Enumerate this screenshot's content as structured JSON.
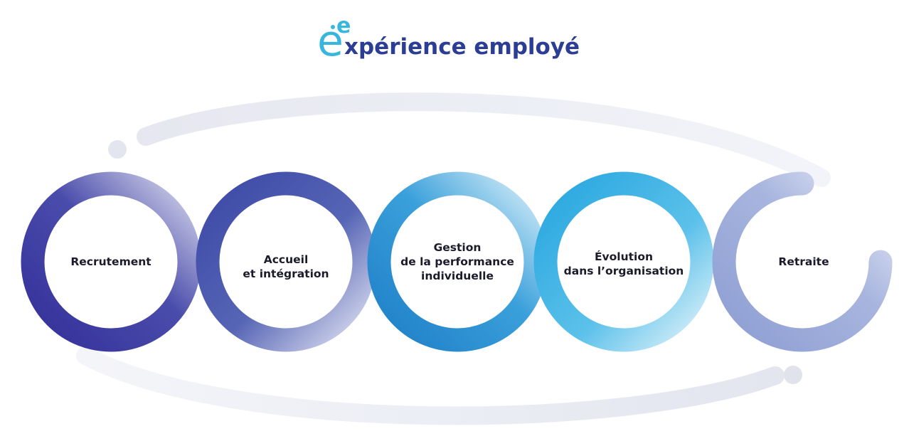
{
  "title": {
    "logo_mark": "e",
    "superscript": "e",
    "text": "xpérience employé"
  },
  "stages": [
    {
      "id": "recrutement",
      "lines": [
        "Recrutement"
      ]
    },
    {
      "id": "accueil",
      "lines": [
        "Accueil",
        "et intégration"
      ]
    },
    {
      "id": "gestion",
      "lines": [
        "Gestion",
        "de la performance",
        "individuelle"
      ]
    },
    {
      "id": "evolution",
      "lines": [
        "Évolution",
        "dans l’organisation"
      ]
    },
    {
      "id": "retraite",
      "lines": [
        "Retraite"
      ]
    }
  ],
  "colors": {
    "title_text": "#2c3d94",
    "title_logo": "#38b6dc",
    "ring_1": "#3a3a9a",
    "ring_2": "#4a55a8",
    "ring_3": "#2a8fcf",
    "ring_4": "#3bb0e0",
    "ring_5": "#9aa8d8",
    "orbit": "#e2e4ef",
    "label": "#1b1b2a"
  },
  "icons": {
    "logo": "ee-logo-icon",
    "orbit_dot_left": "dot-icon",
    "orbit_dot_right": "dot-icon"
  }
}
